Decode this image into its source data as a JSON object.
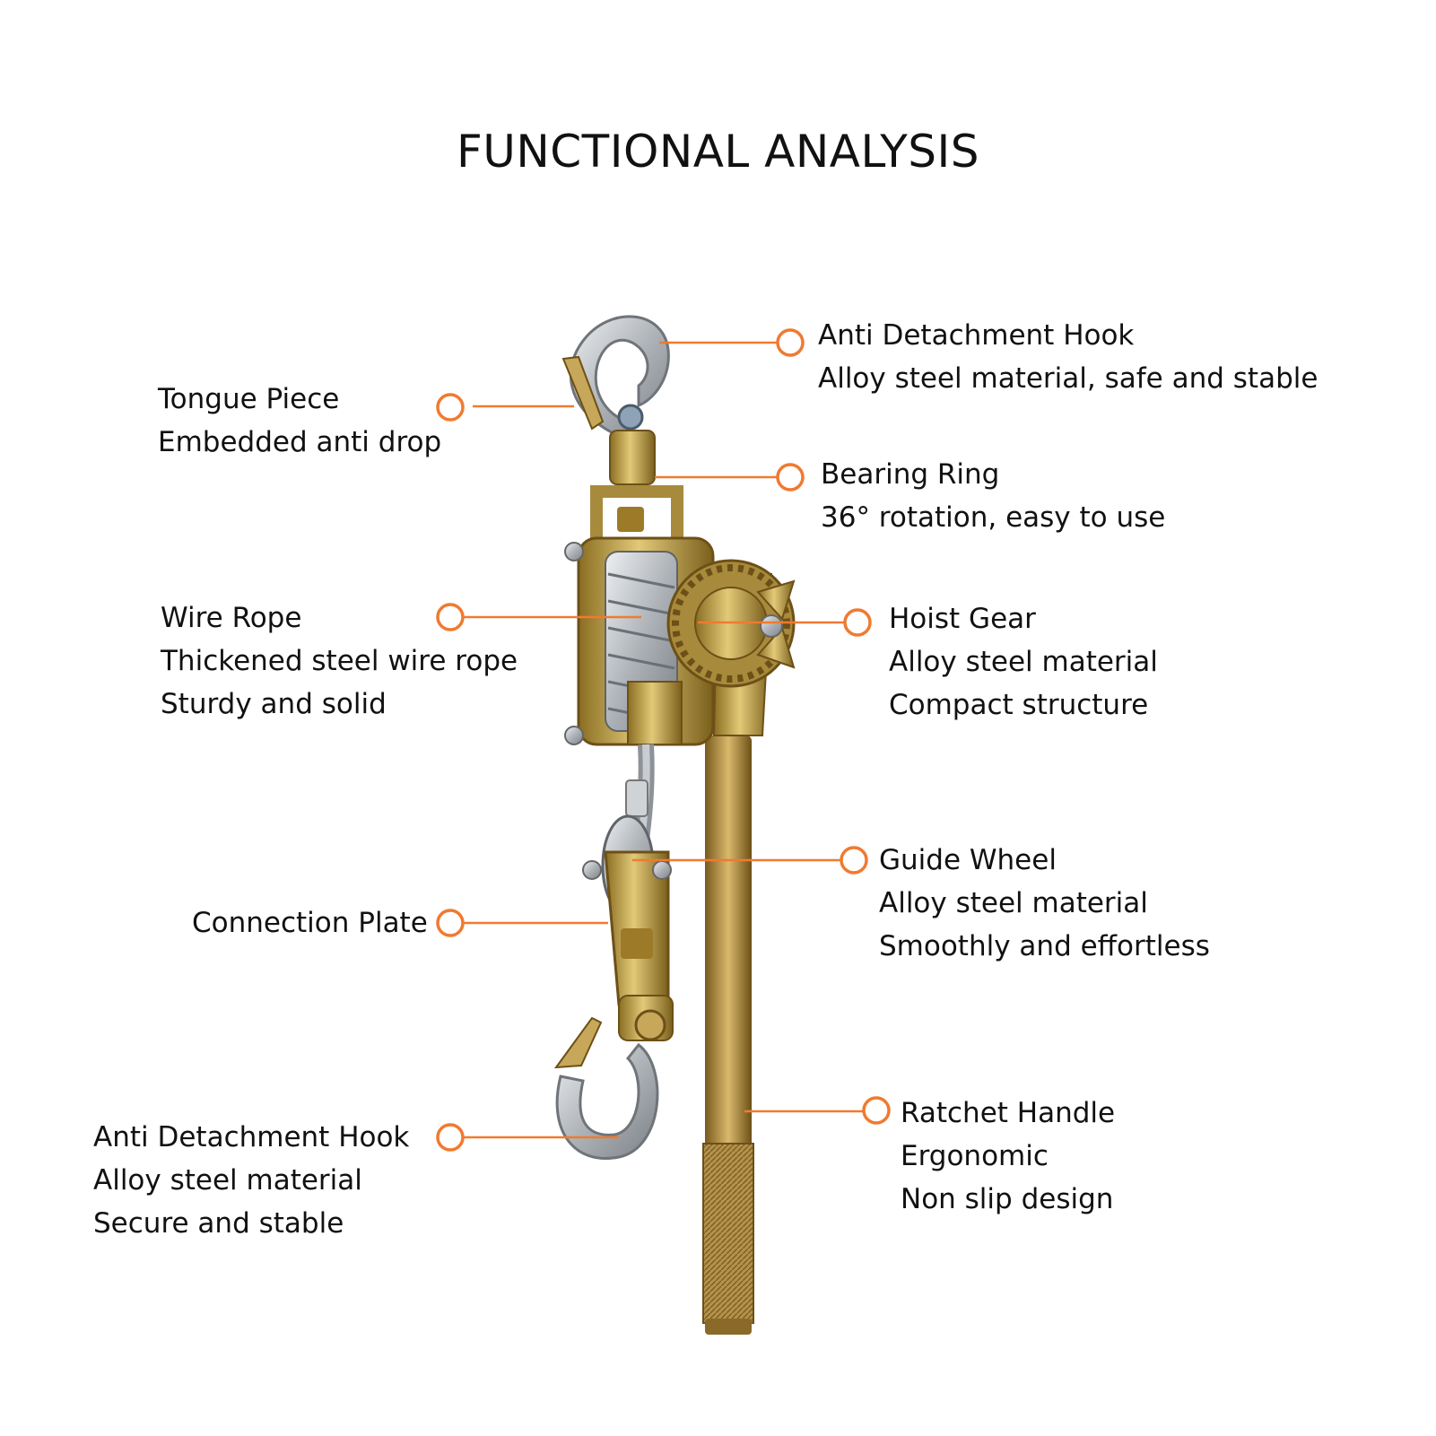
{
  "title": "FUNCTIONAL ANALYSIS",
  "colors": {
    "accent": "#f07a30",
    "metal_gold": "#b99a45",
    "metal_silver": "#c9ccd0",
    "text": "#111111"
  },
  "callouts": {
    "hook_top": {
      "title": "Anti Detachment Hook",
      "lines": [
        "Alloy steel material, safe and stable"
      ]
    },
    "tongue": {
      "title": "Tongue Piece",
      "lines": [
        "Embedded anti drop"
      ]
    },
    "bearing": {
      "title": "Bearing Ring",
      "lines": [
        "36° rotation, easy to use"
      ]
    },
    "wire": {
      "title": "Wire Rope",
      "lines": [
        "Thickened steel wire rope",
        "Sturdy and solid"
      ]
    },
    "gear": {
      "title": "Hoist Gear",
      "lines": [
        "Alloy steel material",
        "Compact structure"
      ]
    },
    "guide": {
      "title": "Guide Wheel",
      "lines": [
        "Alloy steel material",
        "Smoothly and effortless"
      ]
    },
    "plate": {
      "title": "Connection Plate",
      "lines": []
    },
    "handle": {
      "title": "Ratchet Handle",
      "lines": [
        "Ergonomic",
        "Non slip design"
      ]
    },
    "hook_bottom": {
      "title": "Anti Detachment Hook",
      "lines": [
        "Alloy steel material",
        "Secure and stable"
      ]
    }
  }
}
